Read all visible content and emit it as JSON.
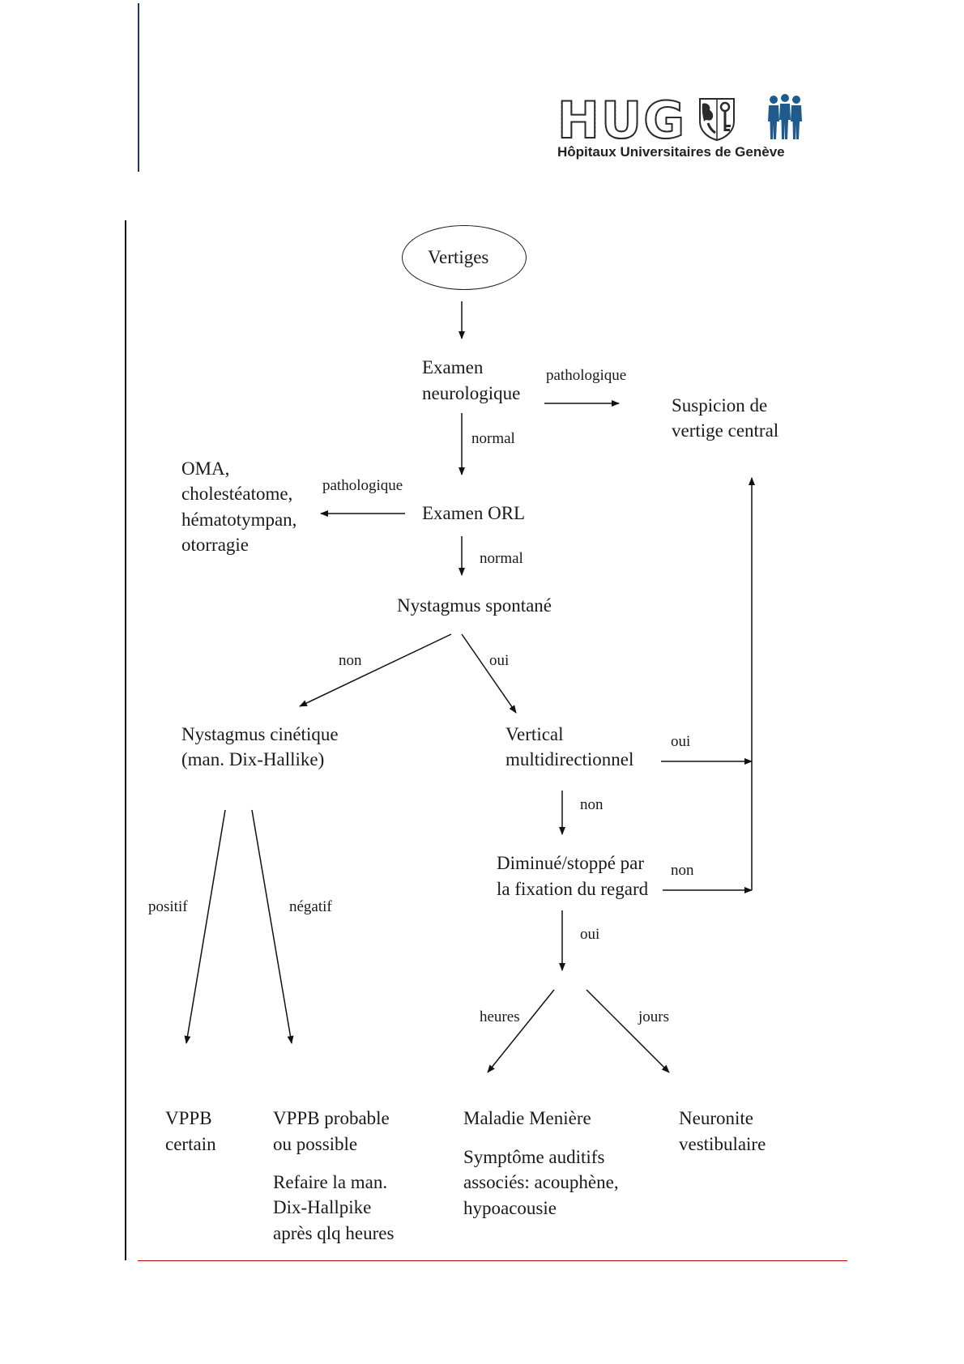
{
  "header": {
    "logo_text": "HUG",
    "logo_subtitle": "Hôpitaux Universitaires de Genève",
    "crest_icon": "geneva-crest-icon",
    "people_icon": "people-silhouettes-icon",
    "brand_color": "#1f5b8c",
    "rule_color": "#c00000"
  },
  "flowchart": {
    "start": "Vertiges",
    "exam_neuro": [
      "Examen",
      "neurologique"
    ],
    "central": [
      "Suspicion de",
      "vertige central"
    ],
    "oma": [
      "OMA,",
      "cholestéatome,",
      "hématotympan,",
      "otorragie"
    ],
    "exam_orl": "Examen ORL",
    "nyst_spont": "Nystagmus spontané",
    "nyst_cin": [
      "Nystagmus cinétique",
      "(man. Dix-Hallike)"
    ],
    "vertical": [
      "Vertical",
      "multidirectionnel"
    ],
    "diminue": [
      "Diminué/stoppé par",
      "la fixation du regard"
    ],
    "vppb_certain": [
      "VPPB",
      "certain"
    ],
    "vppb_probable": [
      "VPPB probable",
      "ou possible"
    ],
    "refaire": [
      "Refaire la man.",
      "Dix-Hallpike",
      "après qlq heures"
    ],
    "meniere": "Maladie Menière",
    "symptome": [
      "Symptôme auditifs",
      "associés: acouphène,",
      "hypoacousie"
    ],
    "neuronite": [
      "Neuronite",
      "vestibulaire"
    ]
  },
  "edges": {
    "pathologique_1": "pathologique",
    "normal_1": "normal",
    "pathologique_2": "pathologique",
    "normal_2": "normal",
    "non_1": "non",
    "oui_1": "oui",
    "oui_2": "oui",
    "non_2": "non",
    "non_3": "non",
    "oui_3": "oui",
    "positif": "positif",
    "negatif": "négatif",
    "heures": "heures",
    "jours": "jours"
  }
}
